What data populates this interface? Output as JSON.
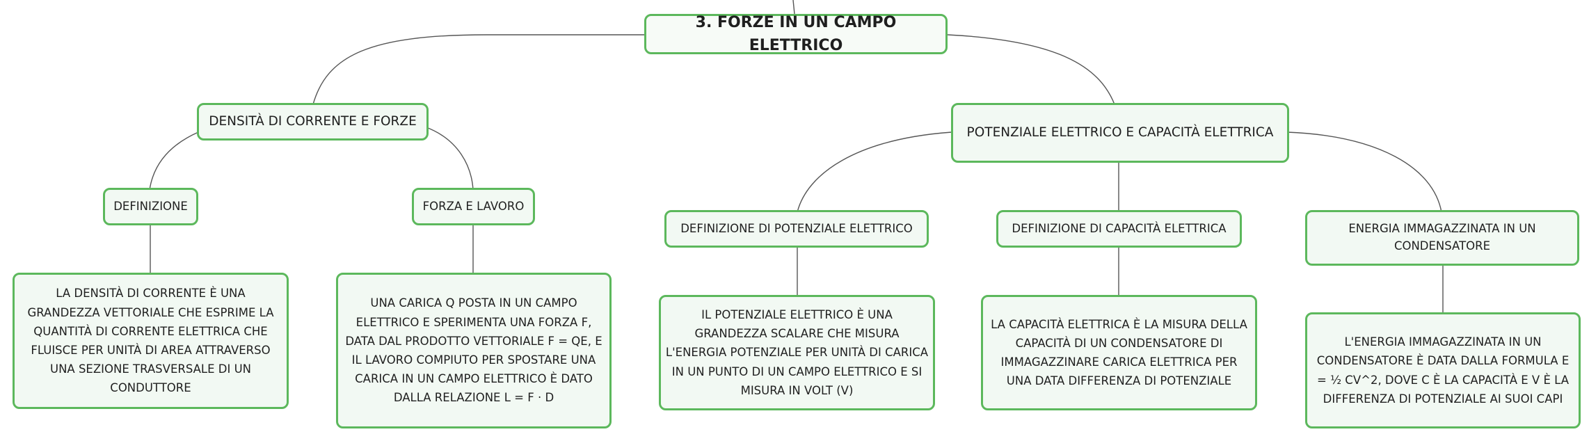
{
  "root": {
    "label": "3. FORZE IN UN CAMPO ELETTRICO"
  },
  "branches": {
    "densita": {
      "label": "DENSITÀ DI CORRENTE E FORZE",
      "definizione": {
        "label": "DEFINIZIONE",
        "text": "LA DENSITÀ DI CORRENTE È UNA GRANDEZZA VETTORIALE CHE ESPRIME LA QUANTITÀ DI CORRENTE ELETTRICA CHE FLUISCE PER UNITÀ DI AREA ATTRAVERSO UNA SEZIONE TRASVERSALE DI UN CONDUTTORE"
      },
      "forza_lavoro": {
        "label": "FORZA E LAVORO",
        "text": "UNA CARICA Q POSTA IN UN CAMPO ELETTRICO E SPERIMENTA UNA FORZA F, DATA DAL PRODOTTO VETTORIALE F = QE, E IL LAVORO COMPIUTO PER SPOSTARE UNA CARICA IN UN CAMPO ELETTRICO È DATO DALLA RELAZIONE L = F · D"
      }
    },
    "potenziale": {
      "label": "POTENZIALE ELETTRICO E CAPACITÀ ELETTRICA",
      "def_potenziale": {
        "label": "DEFINIZIONE DI POTENZIALE ELETTRICO",
        "text": "IL POTENZIALE ELETTRICO È UNA GRANDEZZA SCALARE CHE MISURA L'ENERGIA POTENZIALE PER UNITÀ DI CARICA IN UN PUNTO DI UN CAMPO ELETTRICO E SI MISURA IN VOLT (V)"
      },
      "def_capacita": {
        "label": "DEFINIZIONE DI CAPACITÀ ELETTRICA",
        "text": "LA CAPACITÀ ELETTRICA È LA MISURA DELLA CAPACITÀ DI UN CONDENSATORE DI IMMAGAZZINARE CARICA ELETTRICA PER UNA DATA DIFFERENZA DI POTENZIALE"
      },
      "energia": {
        "label": "ENERGIA IMMAGAZZINATA IN UN CONDENSATORE",
        "text": "L'ENERGIA IMMAGAZZINATA IN UN CONDENSATORE È DATA DALLA FORMULA E = ½ CV^2, DOVE C È LA CAPACITÀ E V È LA DIFFERENZA DI POTENZIALE AI SUOI CAPI"
      }
    }
  },
  "colors": {
    "node_border": "#5cb85c",
    "node_fill": "#f2f9f3",
    "link": "#555555",
    "text": "#1f1f1f"
  }
}
